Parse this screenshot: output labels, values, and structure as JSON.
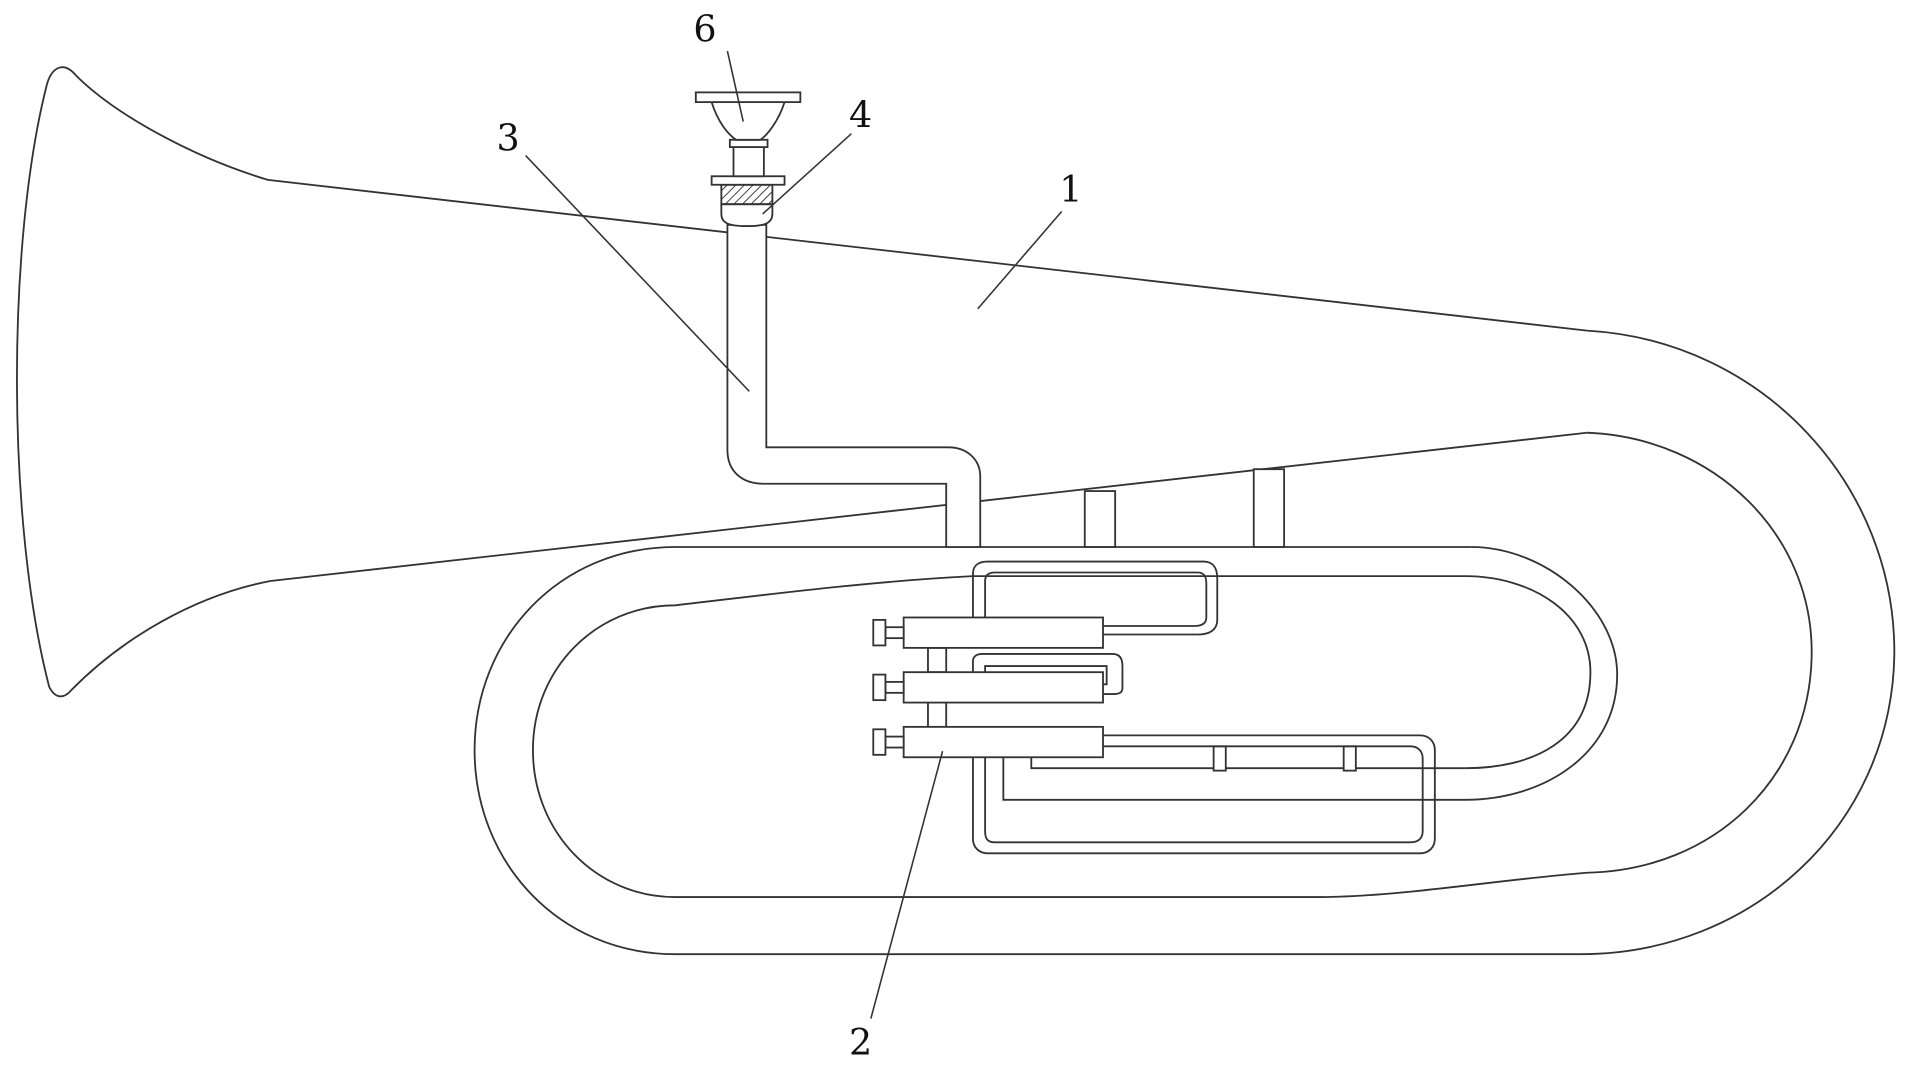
{
  "figure": {
    "labels": {
      "bell": "1",
      "valves": "2",
      "lead_pipe": "3",
      "connector": "4",
      "mouthpiece": "6"
    },
    "line_color": "#333333",
    "background": "#ffffff"
  }
}
